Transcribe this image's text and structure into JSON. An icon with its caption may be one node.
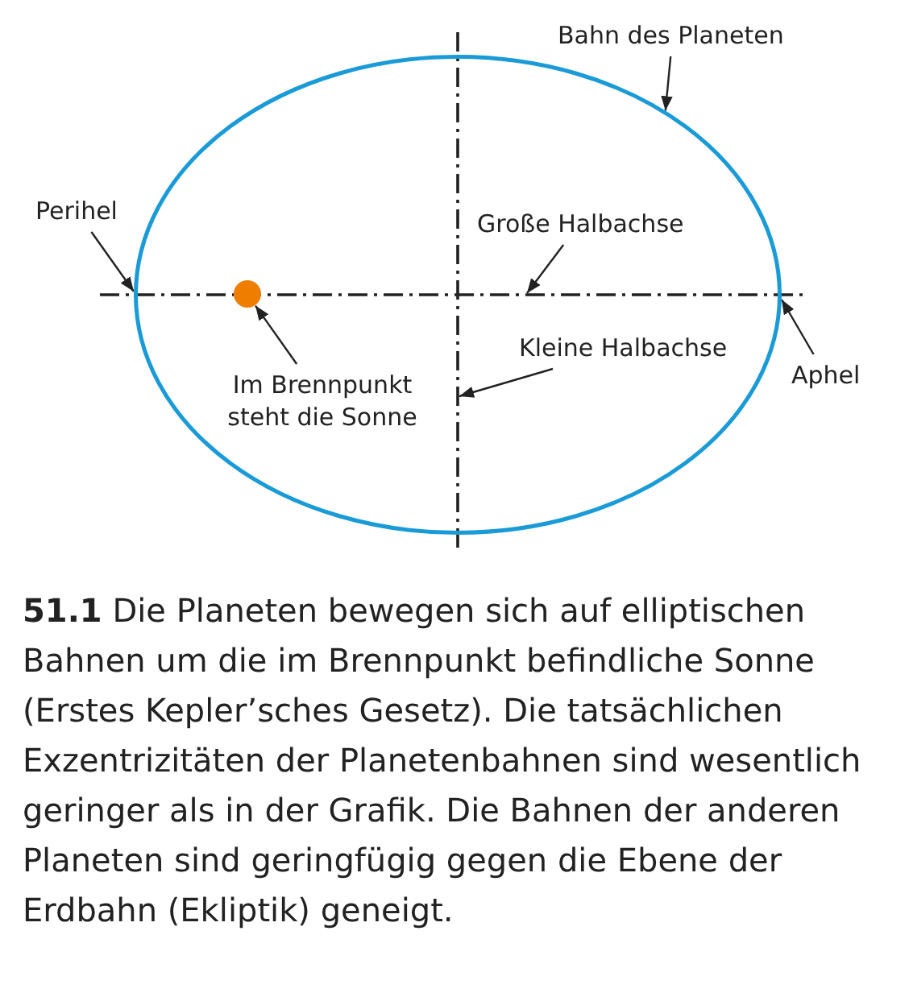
{
  "diagram": {
    "caption": "**51.1** Die Planeten bewegen sich auf elliptischen Bahnen um die im Brennpunkt befindliche Sonne (Erstes Kepler’sches Gesetz). Die tatsächlichen Exzentrizitäten der Planetenbahnen sind wesentlich geringer als in der Grafik. Die Bahnen der anderen Planeten sind geringfügig gegen die Ebene der Erdbahn (Ekliptik) geneigt.",
    "nodes": [
      {
        "text": [
          "Bahn des Planeten"
        ]
      },
      {
        "text": [
          "Perihel"
        ]
      },
      {
        "text": [
          "Große Halbachse"
        ],
        "in": 6
      },
      {
        "text": [
          "Kleine Halbachse"
        ],
        "in": 6
      },
      {
        "text": [
          "Aphel"
        ]
      },
      {
        "text": [
          "Im Brennpunkt steht die Sonne"
        ],
        "in": 6
      },
      {
        "text": [],
        "shape": "ellipse"
      },
      {
        "text": [],
        "shape": "circle",
        "in": 6
      },
      {
        "text": [],
        "shape": "line"
      },
      {
        "text": [],
        "shape": "line"
      }
    ],
    "edges": [
      {
        "from": 0,
        "to": 6,
        "arrow": "to"
      },
      {
        "from": 1,
        "to": 6,
        "arrow": "to"
      },
      {
        "from": 2,
        "to": 8,
        "arrow": "to"
      },
      {
        "from": 3,
        "to": 9,
        "arrow": "to"
      },
      {
        "from": 4,
        "to": 6,
        "arrow": "to"
      },
      {
        "from": 5,
        "to": 7,
        "arrow": "to"
      }
    ]
  }
}
